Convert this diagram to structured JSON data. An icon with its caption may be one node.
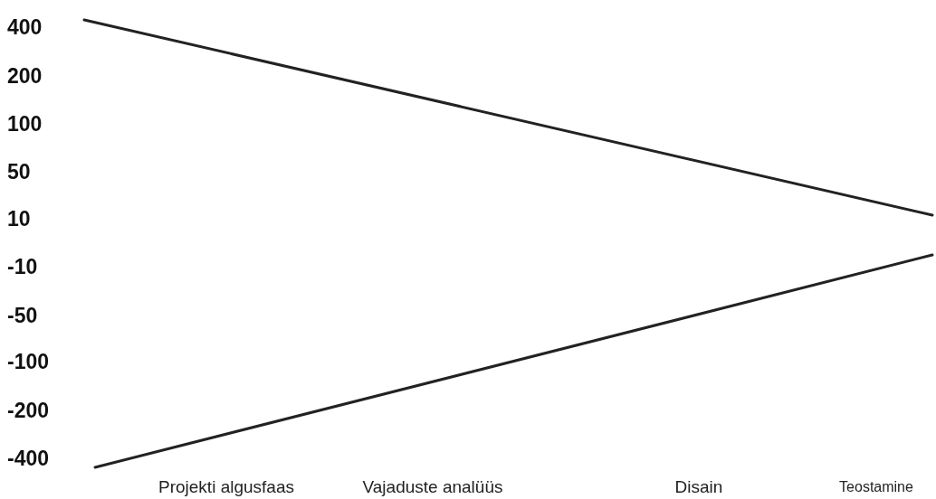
{
  "diagram": {
    "labels": [
      "400",
      "200",
      "100",
      "50",
      "10",
      "-10",
      "-50",
      "-100",
      "-200",
      "-400",
      "Projekti algusfaas",
      "Vajaduste analüüs",
      "Disain",
      "Teostamine"
    ]
  }
}
